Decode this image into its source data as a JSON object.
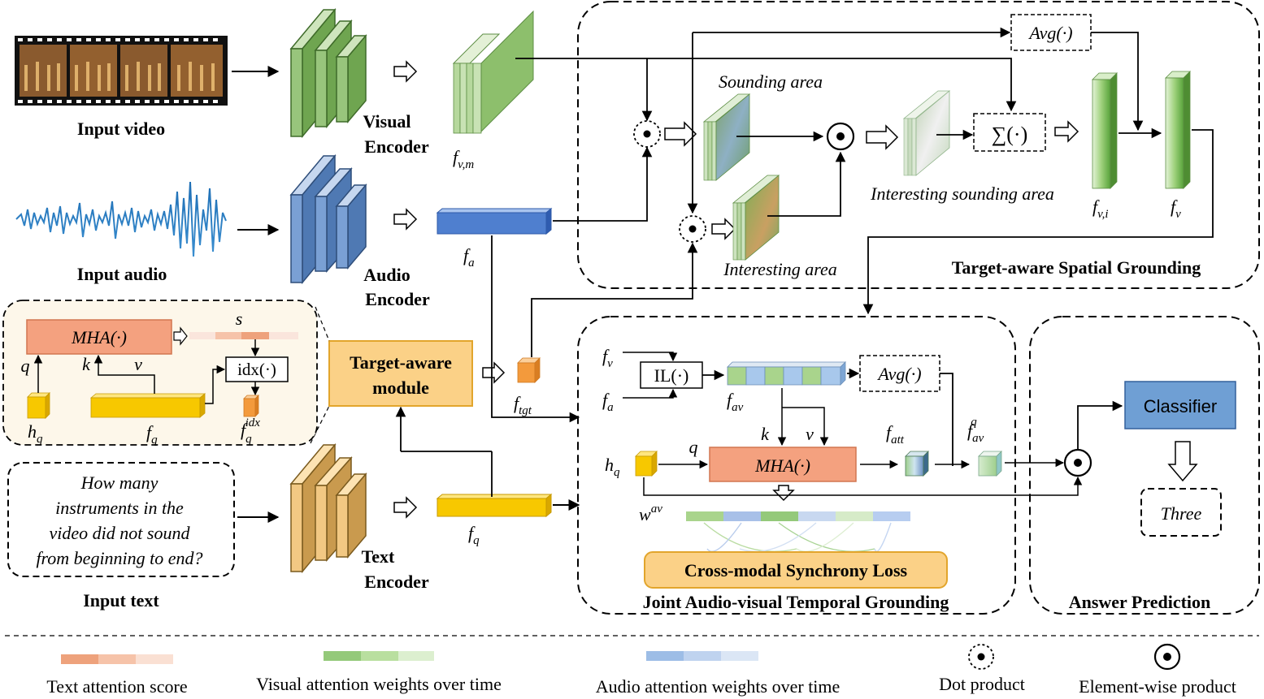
{
  "inputs": {
    "video_label": "Input video",
    "audio_label": "Input audio",
    "text_label": "Input text",
    "question": [
      "How many",
      "instruments in the",
      "video did not sound",
      "from beginning to end?"
    ]
  },
  "encoders": {
    "visual": [
      "Visual",
      "Encoder"
    ],
    "audio": [
      "Audio",
      "Encoder"
    ],
    "text": [
      "Text",
      "Encoder"
    ]
  },
  "features": {
    "f_vm": "f",
    "f_vm_sub": "v,m",
    "f_a": "f",
    "f_a_sub": "a",
    "f_q": "f",
    "f_q_sub": "q",
    "f_tgt": "f",
    "f_tgt_sub": "tgt",
    "f_vi": "f",
    "f_vi_sub": "v,i",
    "f_v": "f",
    "f_v_sub": "v",
    "f_av": "f",
    "f_av_sub": "av",
    "f_att": "f",
    "f_att_sub": "att",
    "f_avq": "f",
    "f_avq_sub": "av",
    "f_avq_sup": "q",
    "h_q": "h",
    "h_q_sub": "q",
    "w_av": "w",
    "w_av_sup": "av"
  },
  "spatial": {
    "title": "Target-aware Spatial Grounding",
    "sounding_area": "Sounding area",
    "interesting_area": "Interesting area",
    "interesting_sounding_area": "Interesting sounding area",
    "avg": "Avg(·)",
    "sum": "∑(·)"
  },
  "target_module": {
    "title": [
      "Target-aware",
      "module"
    ],
    "mha": "MHA(·)",
    "s": "s",
    "q": "q",
    "k": "k",
    "v": "v",
    "idx": "idx(·)",
    "h_q": "h",
    "h_q_sub": "q",
    "f_q": "f",
    "f_q_sub": "q",
    "f_idx": "f",
    "f_idx_sub": "q",
    "f_idx_sup": "idx"
  },
  "temporal": {
    "title": "Joint Audio-visual Temporal Grounding",
    "il": "IL(·)",
    "avg": "Avg(·)",
    "mha": "MHA(·)",
    "k": "k",
    "v": "v",
    "q": "q",
    "f_v": "f",
    "f_v_sub": "v",
    "f_a": "f",
    "f_a_sub": "a",
    "loss": "Cross-modal Synchrony Loss"
  },
  "answer": {
    "title": "Answer Prediction",
    "classifier": "Classifier",
    "result": "Three"
  },
  "legend": {
    "text_attention": "Text attention score",
    "visual_attention": "Visual attention weights over time",
    "audio_attention": "Audio attention weights over time",
    "dot_product": "Dot product",
    "elementwise": "Element-wise product"
  },
  "colors": {
    "visual_green": "#8cbf6e",
    "audio_blue": "#4f7fc8",
    "text_yellow": "#f5c400",
    "target_orange": "#f39a3c",
    "mha_salmon": "#f4a17f",
    "classifier_blue": "#6f9fd4",
    "module_fill": "#fbd187",
    "loss_fill": "#fbd187"
  }
}
